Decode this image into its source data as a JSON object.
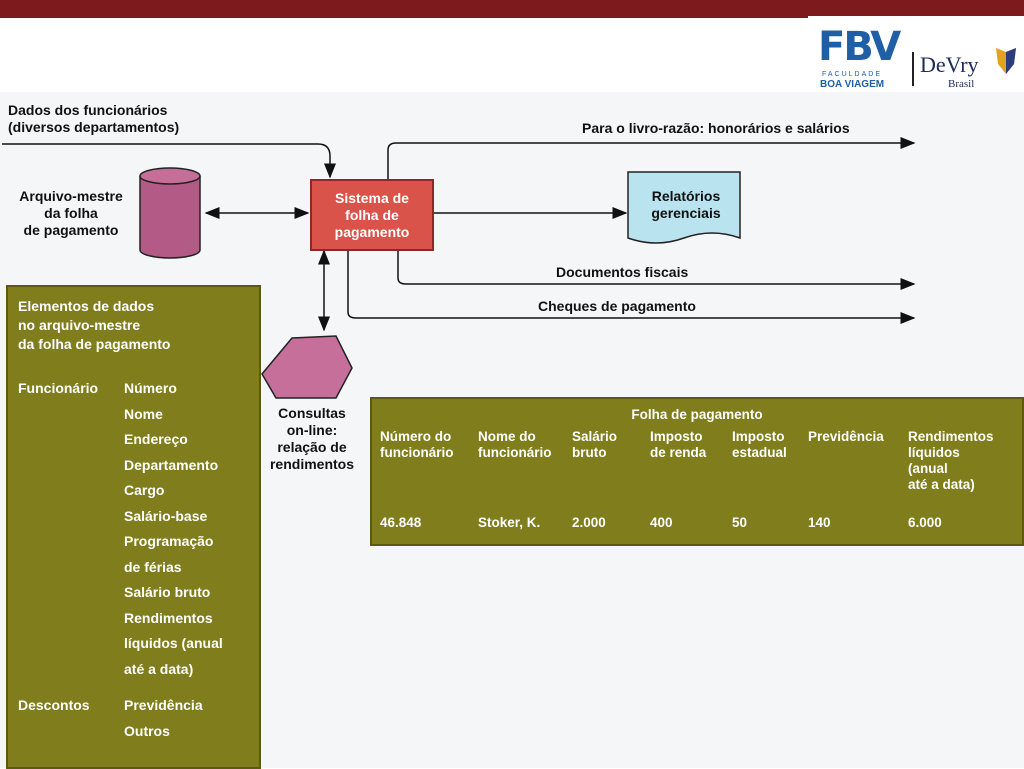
{
  "header": {
    "logo_fbv": "FBV",
    "logo_fbv_sub1": "FACULDADE",
    "logo_fbv_sub2": "BOA VIAGEM",
    "logo_devry": "DeVry",
    "logo_devry_sub": "Brasil"
  },
  "diagram": {
    "input_label": [
      "Dados dos funcionários",
      "(diversos departamentos)"
    ],
    "master_file_label": [
      "Arquivo-mestre",
      "da folha",
      "de pagamento"
    ],
    "system_label": [
      "Sistema de",
      "folha de",
      "pagamento"
    ],
    "ledger_output": "Para o livro-razão: honorários e salários",
    "reports_label": [
      "Relatórios",
      "gerenciais"
    ],
    "tax_docs": "Documentos fiscais",
    "paychecks": "Cheques de pagamento",
    "online_queries": [
      "Consultas",
      "on-line:",
      "relação de",
      "rendimentos"
    ]
  },
  "data_elements": {
    "title": [
      "Elementos de dados",
      "no arquivo-mestre",
      "da folha de pagamento"
    ],
    "employee_label": "Funcionário",
    "employee_items": [
      "Número",
      "Nome",
      "Endereço",
      "Departamento",
      "Cargo",
      "Salário-base",
      "Programação",
      "de férias",
      "Salário bruto",
      "Rendimentos",
      "líquidos (anual",
      "até a data)"
    ],
    "deductions_label": "Descontos",
    "deductions_items": [
      "Previdência",
      "Outros"
    ]
  },
  "payroll_table": {
    "title": "Folha de pagamento",
    "headers": [
      [
        "Número do",
        "funcionário"
      ],
      [
        "Nome do",
        "funcionário"
      ],
      [
        "Salário",
        "bruto"
      ],
      [
        "Imposto",
        "de renda"
      ],
      [
        "Imposto",
        "estadual"
      ],
      [
        "Previdência"
      ],
      [
        "Rendimentos",
        "líquidos",
        "(anual",
        "até a data)"
      ]
    ],
    "row": [
      "46.848",
      "Stoker, K.",
      "2.000",
      "400",
      "50",
      "140",
      "6.000"
    ]
  },
  "colors": {
    "top_bar": "#7d1a1d",
    "system_box": "#d9534a",
    "olive_box": "#7f7d1c",
    "cylinder": "#b35b86",
    "report_doc": "#b9e3ee"
  }
}
